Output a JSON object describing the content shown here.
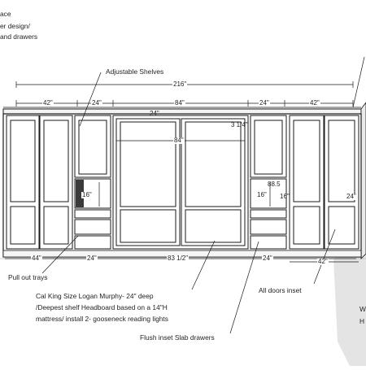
{
  "notes_top": {
    "line1": "ace",
    "line2": "er design/",
    "line3": "and drawers"
  },
  "callouts": {
    "adjustable_shelves": "Adjustable Shelves",
    "pull_out_trays": "Pull out trays",
    "murphy_line1": "Cal King Size Logan Murphy- 24\" deep",
    "murphy_line2": "/Deepest shelf Headboard based on a 14\"H",
    "murphy_line3": "mattress/ install 2- gooseneck reading lights",
    "all_doors_inset": "All doors inset",
    "flush_drawers": "Flush inset Slab drawers",
    "right_edge_1": "W",
    "right_edge_2": "H"
  },
  "dimensions": {
    "overall_width": "216\"",
    "top_left_42": "42\"",
    "top_left_24": "24\"",
    "top_center_84": "84\"",
    "top_right_24": "24\"",
    "top_right_42": "42\"",
    "depth_24": "24\"",
    "inner_84": "84\"",
    "offset_3_1_4": "3 1/4\"",
    "niche_16_left": "16\"",
    "niche_16_right": "16\"",
    "niche_88_5": "88.5",
    "niche_side_right": "16\"",
    "height_24_right": "24\"",
    "bottom_left_44": "44\"",
    "bottom_left_24": "24\"",
    "bottom_center": "83 1/2\"",
    "bottom_right_24": "24\"",
    "bottom_right_42": "42\""
  },
  "colors": {
    "line": "#1a1a1a",
    "floor_shadow": "#cfcfcf",
    "floor": "#e9e9e9",
    "niche_dark": "#3a3a3a"
  }
}
